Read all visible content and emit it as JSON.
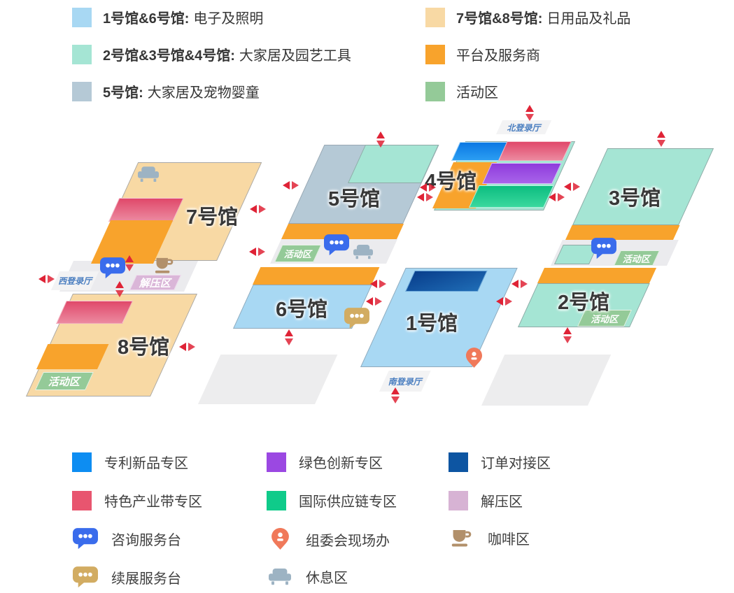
{
  "legend_top": {
    "items": [
      {
        "key": "halls-1-6",
        "color": "#a8d8f3",
        "title": "1号馆&6号馆:",
        "desc": "电子及照明"
      },
      {
        "key": "halls-2-3-4",
        "color": "#a5e5d4",
        "title": "2号馆&3号馆&4号馆:",
        "desc": "大家居及园艺工具"
      },
      {
        "key": "hall-5",
        "color": "#b5c9d6",
        "title": "5号馆:",
        "desc": "大家居及宠物婴童"
      },
      {
        "key": "halls-7-8",
        "color": "#f8d9a4",
        "title": "7号馆&8号馆:",
        "desc": "日用品及礼品"
      },
      {
        "key": "platform",
        "color": "#f8a32c",
        "title": "",
        "desc": "平台及服务商"
      },
      {
        "key": "activity",
        "color": "#94ca98",
        "title": "",
        "desc": "活动区"
      }
    ]
  },
  "map": {
    "halls": {
      "h1": "1号馆",
      "h2": "2号馆",
      "h3": "3号馆",
      "h4": "4号馆",
      "h5": "5号馆",
      "h6": "6号馆",
      "h7": "7号馆",
      "h8": "8号馆"
    },
    "labels": {
      "north_entry": "北登录厅",
      "west_entry": "西登录厅",
      "south_entry": "南登录厅",
      "activity": "活动区",
      "relax": "解压区"
    }
  },
  "legend_bottom": {
    "items": [
      {
        "type": "swatch",
        "icon": "",
        "color": "#0d8df2",
        "label": "专利新品专区"
      },
      {
        "type": "swatch",
        "icon": "",
        "color": "#9b48e2",
        "label": "绿色创新专区"
      },
      {
        "type": "swatch",
        "icon": "",
        "color": "#0d55a2",
        "label": "订单对接区"
      },
      {
        "type": "swatch",
        "icon": "",
        "color": "#e8556f",
        "label": "特色产业带专区"
      },
      {
        "type": "swatch",
        "icon": "",
        "color": "#0fcb8a",
        "label": "国际供应链专区"
      },
      {
        "type": "swatch",
        "icon": "",
        "color": "#d7b3d4",
        "label": "解压区"
      },
      {
        "type": "icon",
        "icon": "chat-blue-icon",
        "color": "#3a6cec",
        "label": "咨询服务台"
      },
      {
        "type": "icon",
        "icon": "pin-orange-icon",
        "color": "#f0795a",
        "label": "组委会现场办"
      },
      {
        "type": "icon",
        "icon": "coffee-icon",
        "color": "#b2906b",
        "label": "咖啡区"
      },
      {
        "type": "icon",
        "icon": "chat-tan-icon",
        "color": "#d2ac62",
        "label": "续展服务台"
      },
      {
        "type": "icon",
        "icon": "sofa-icon",
        "color": "#9db3c3",
        "label": "休息区"
      }
    ]
  },
  "colors": {
    "arrow_red": "#df2336",
    "entry_text_blue": "#4a7ec0",
    "walkway_gray": "#ebebee",
    "platform_orange": "#f8a32c",
    "order_navy_block": "#0d4f9e",
    "industry_red_stripe": "#e0486a"
  }
}
